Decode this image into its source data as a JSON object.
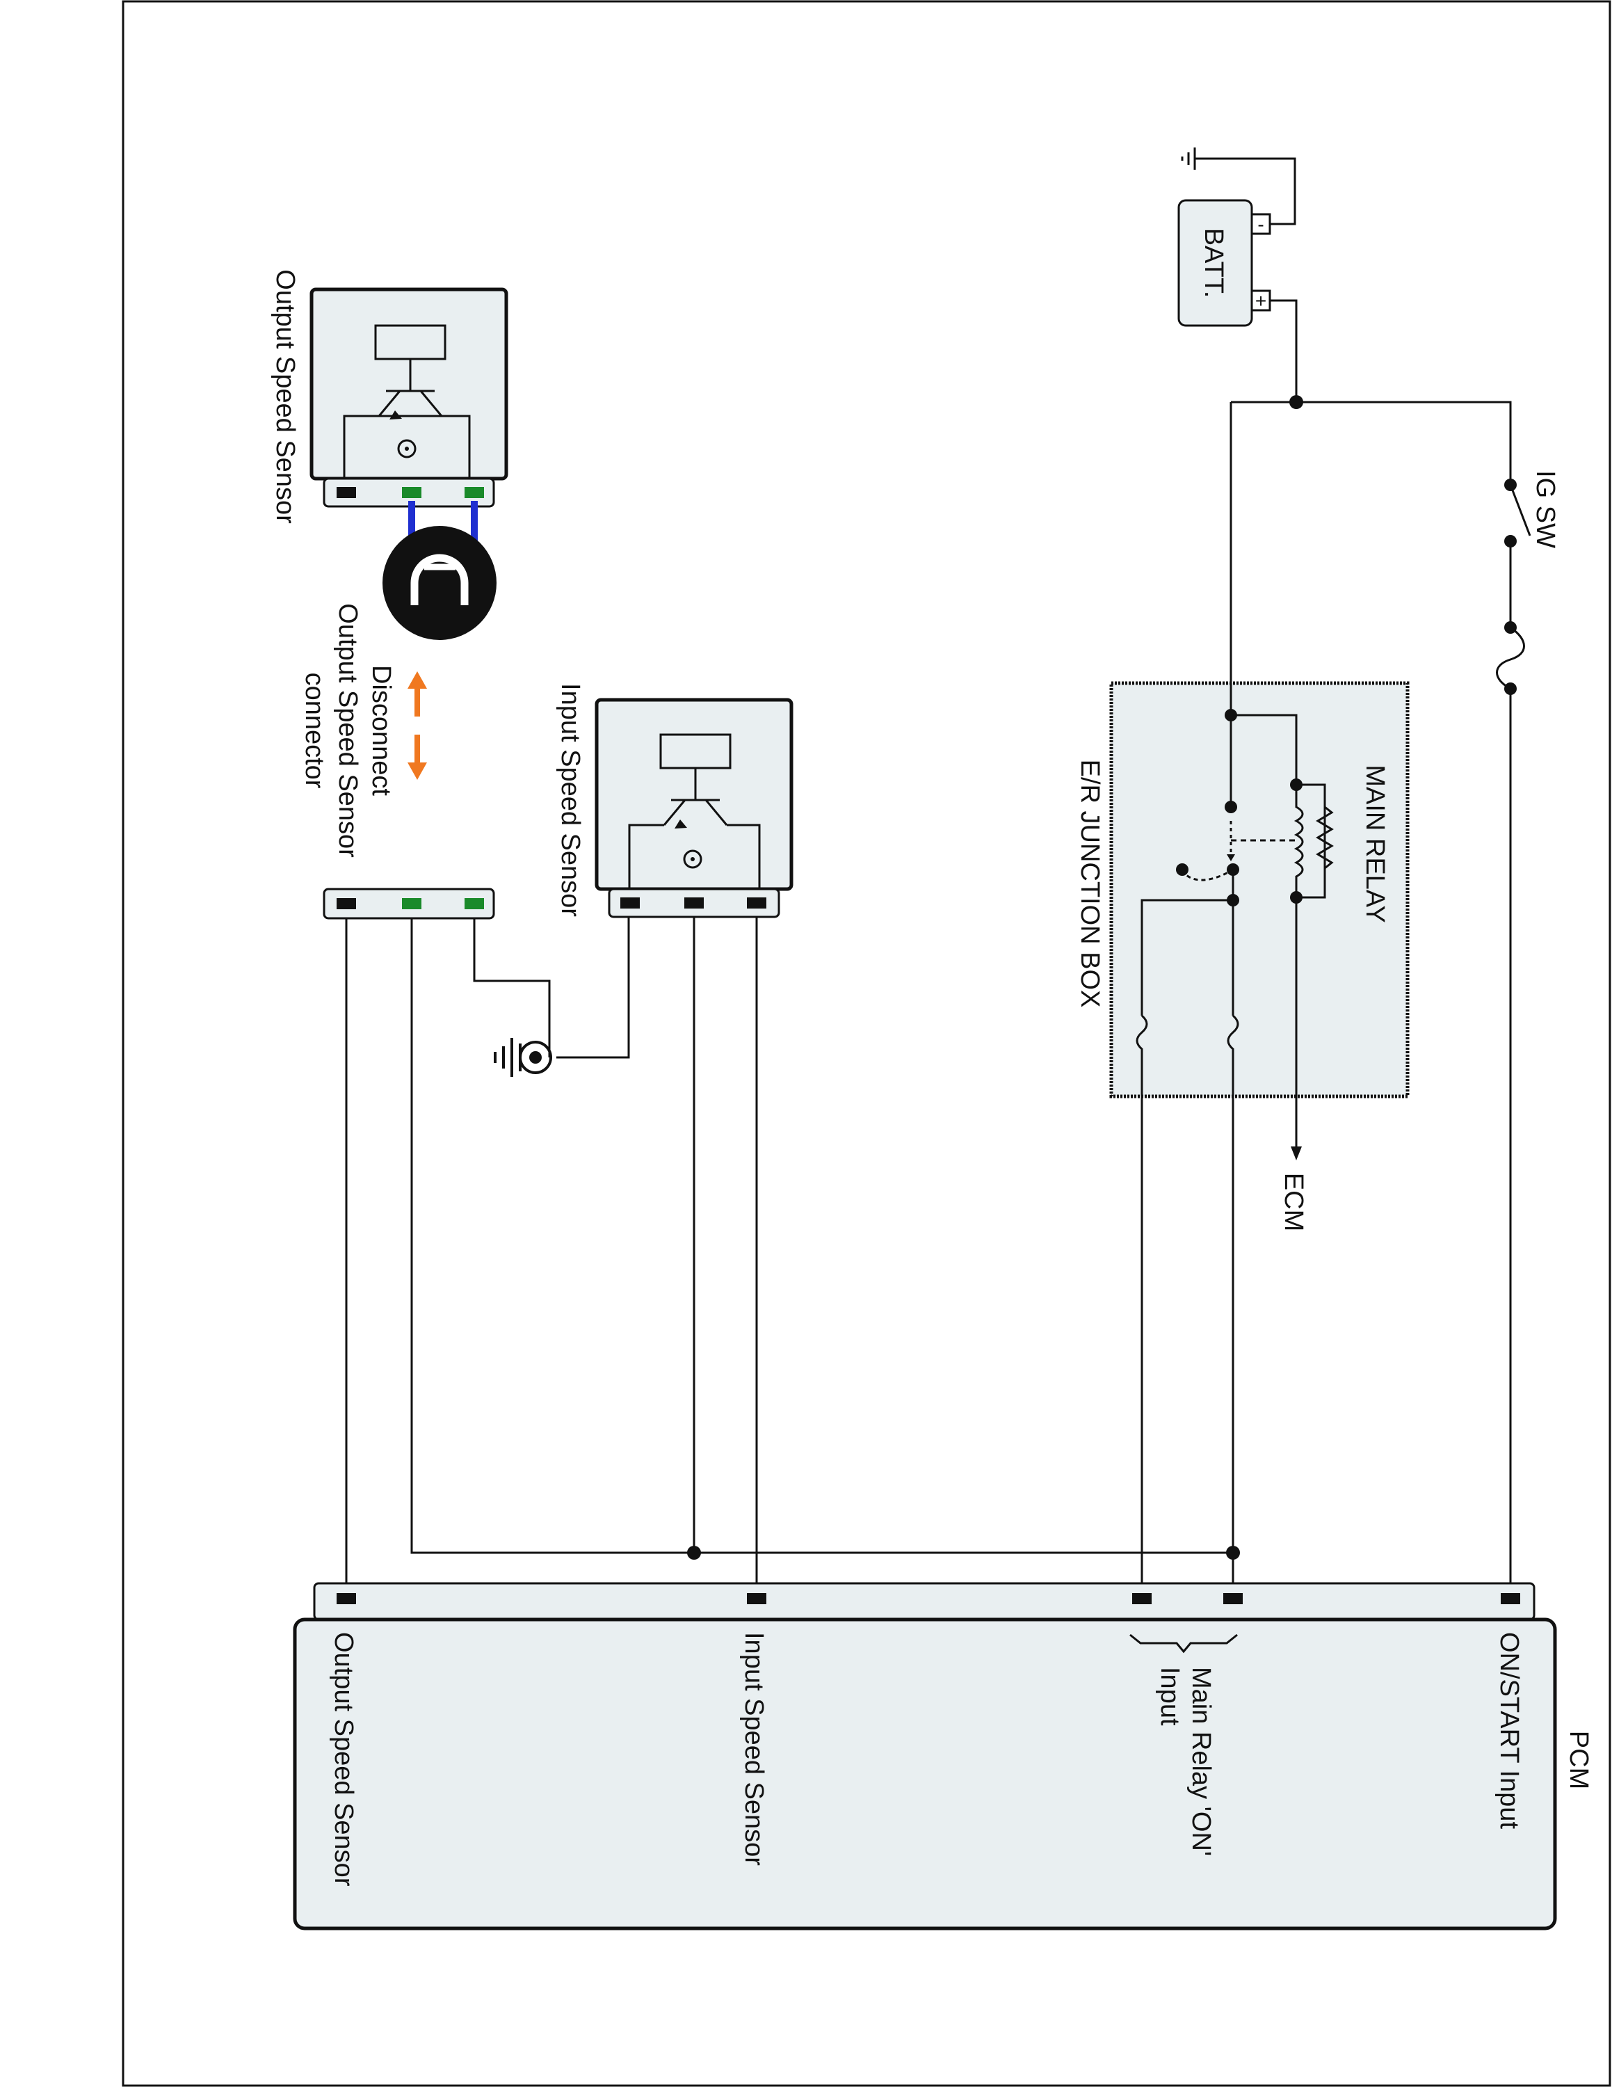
{
  "labels": {
    "batt": "BATT.",
    "batt_minus": "-",
    "batt_plus": "+",
    "ig_sw": "IG SW",
    "main_relay": "MAIN RELAY",
    "junction_box": "E/R JUNCTION BOX",
    "ecm": "ECM",
    "output_speed_sensor": "Output Speed Sensor",
    "input_speed_sensor": "Input Speed Sensor",
    "disconnect_line1": "Disconnect",
    "disconnect_line2": "Output Speed Sensor",
    "disconnect_line3": "connector",
    "pcm": "PCM",
    "pcm_on_start": "ON/START Input",
    "pcm_main_relay_line1": "Main Relay 'ON'",
    "pcm_main_relay_line2": "Input",
    "pcm_input_speed": "Input Speed Sensor",
    "pcm_output_speed": "Output Speed Sensor"
  },
  "icons": {
    "disconnected_connector": "disconnected-connector-icon",
    "ground": "ground-icon",
    "disconnect_arrow": "double-arrow-icon"
  },
  "colors": {
    "box_fill": "#e9eff1",
    "connector_pin": "#1a8a2a",
    "sensor_wire": "#1f2fd0",
    "arrow": "#f07820"
  }
}
